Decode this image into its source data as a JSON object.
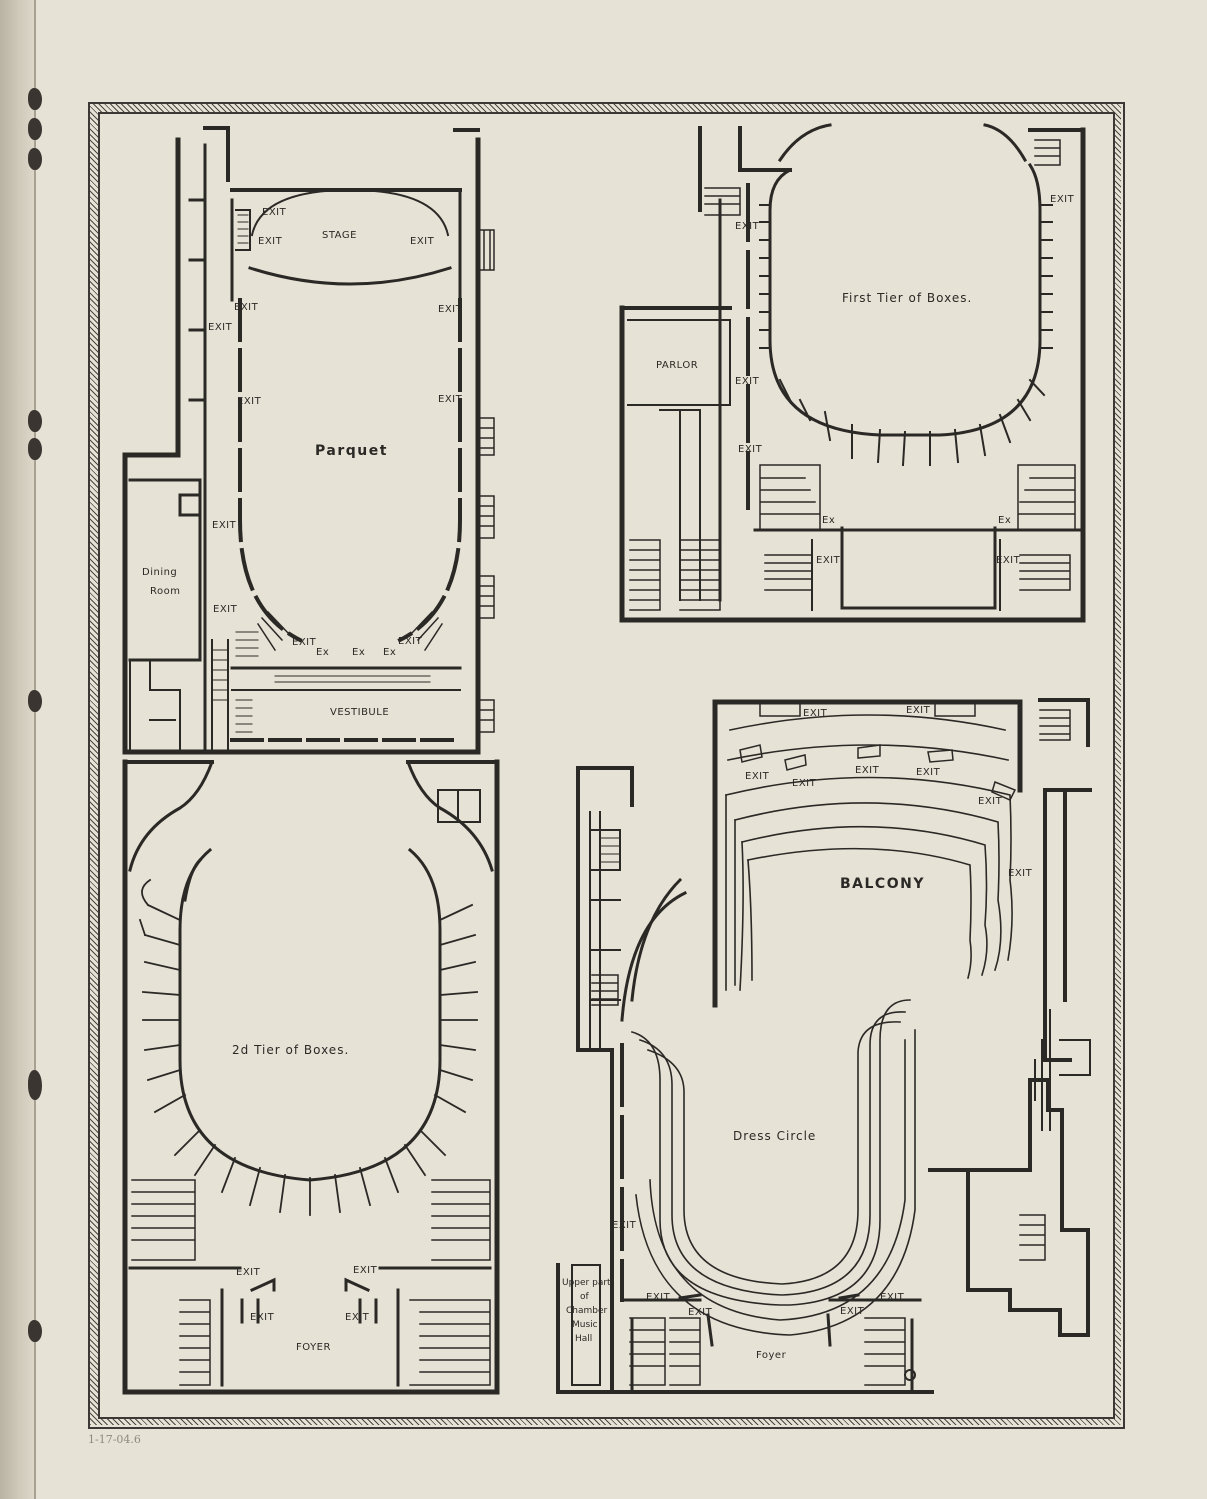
{
  "floors": {
    "parquet": {
      "title": "Parquet",
      "stage": "STAGE",
      "vestibule": "VESTIBULE",
      "dining_room_1": "Dining",
      "dining_room_2": "Room",
      "exit": "EXIT",
      "ex": "Ex"
    },
    "first_tier": {
      "title": "First Tier of Boxes.",
      "parlor": "PARLOR",
      "exit": "EXIT",
      "ex": "Ex"
    },
    "second_tier": {
      "title": "2d Tier of Boxes.",
      "foyer": "FOYER",
      "exit": "EXIT"
    },
    "balcony": {
      "title": "BALCONY",
      "exit": "EXIT"
    },
    "dress_circle": {
      "title": "Dress Circle",
      "foyer": "Foyer",
      "exit": "EXIT",
      "chamber_1": "Upper part",
      "chamber_2": "of",
      "chamber_3": "Chamber",
      "chamber_4": "Music",
      "chamber_5": "Hall"
    }
  },
  "annotation": "1-17-04.6",
  "colors": {
    "paper": "#e7e2d6",
    "ink": "#2b2926"
  }
}
